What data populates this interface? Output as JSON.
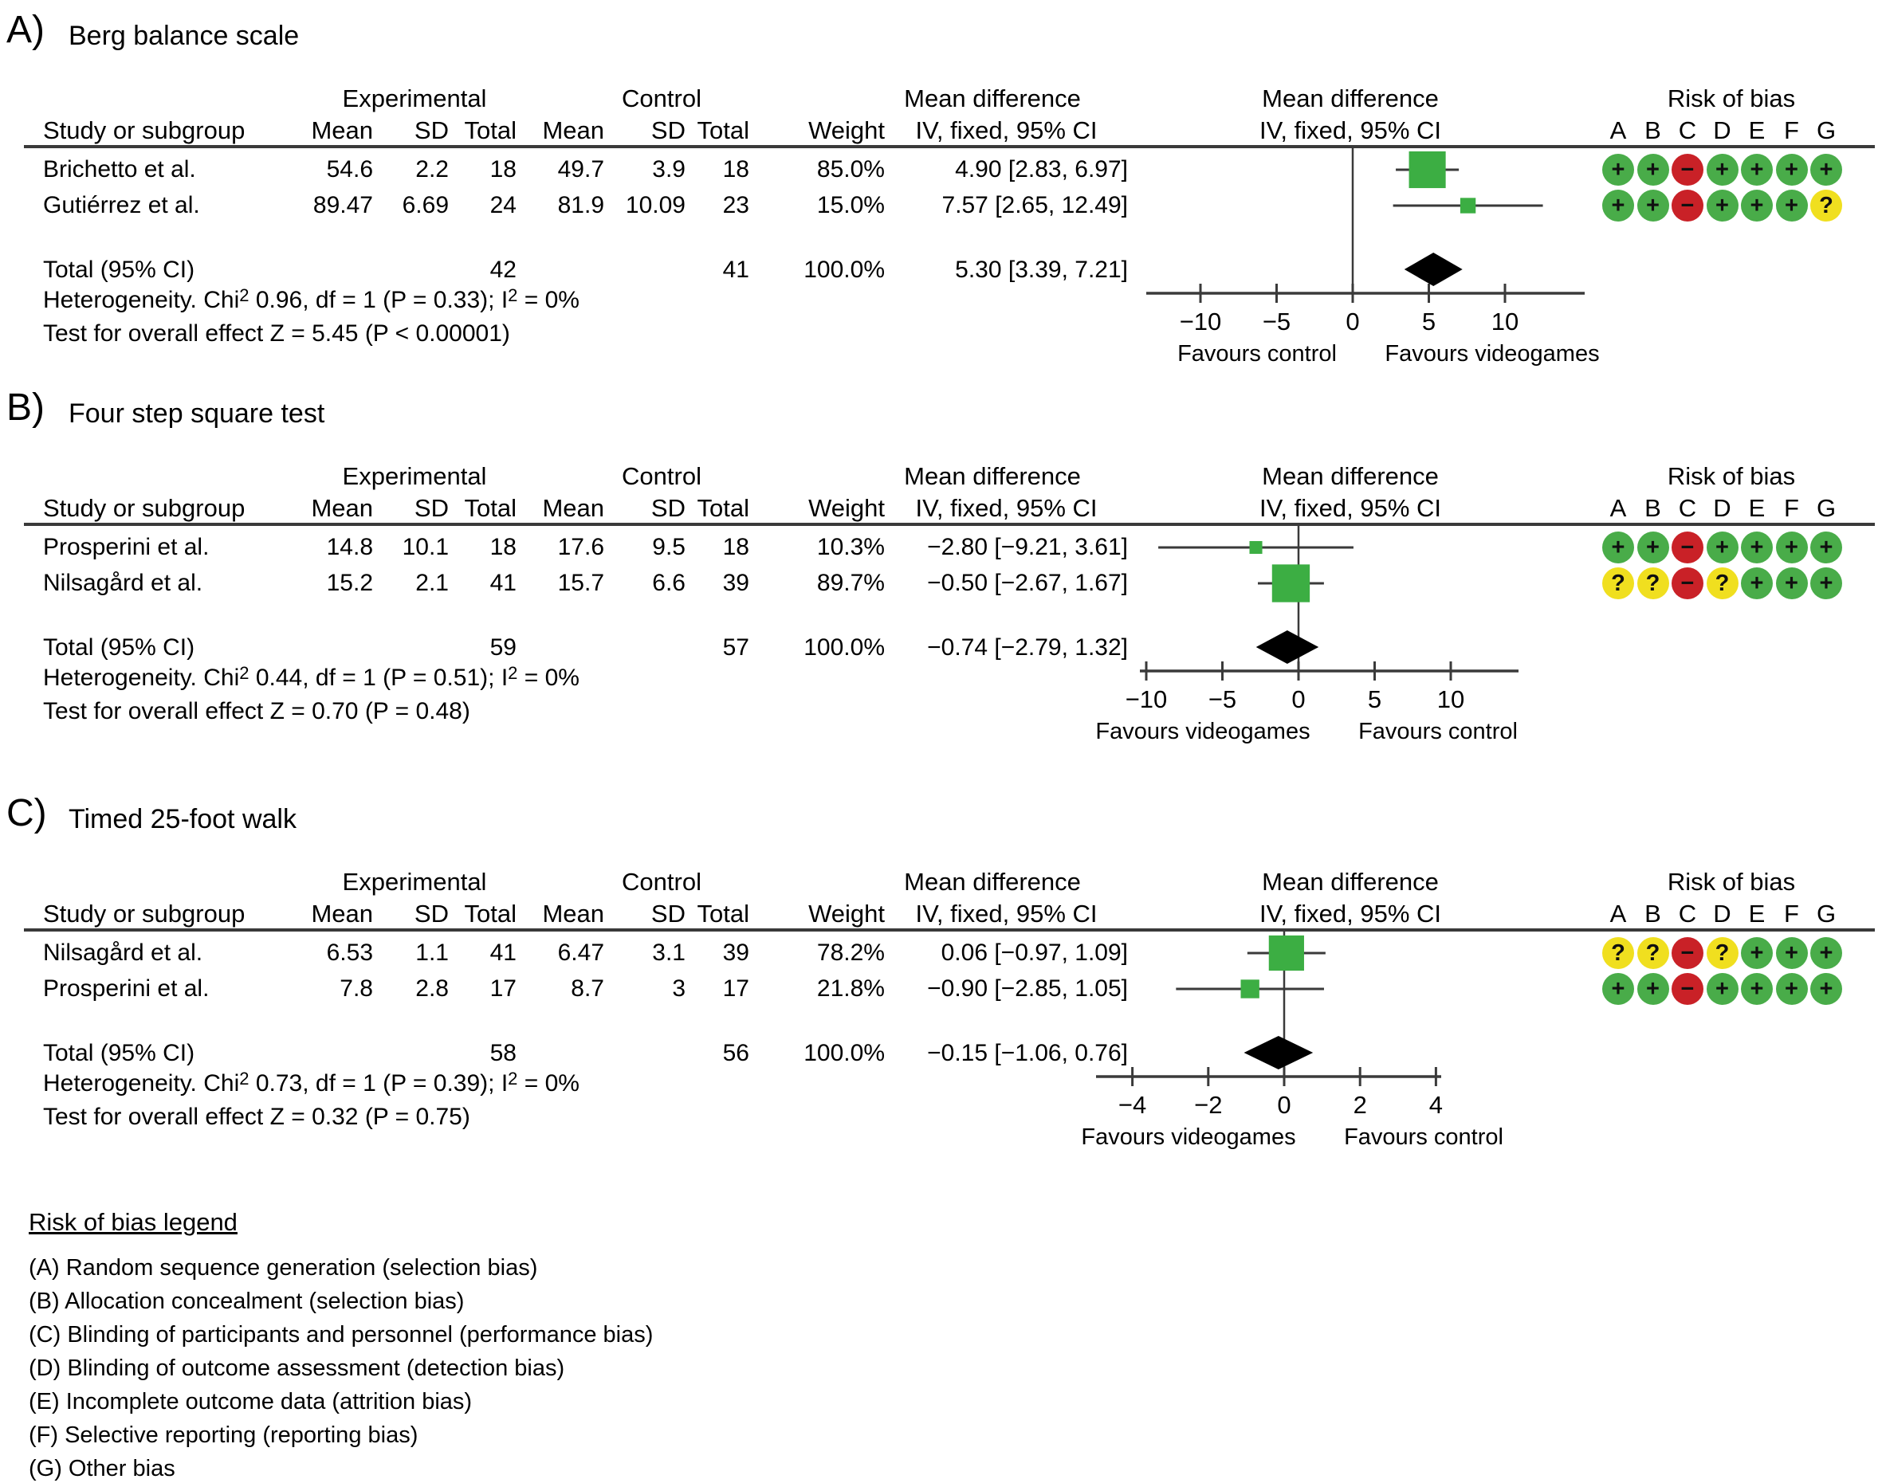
{
  "colors": {
    "bias_green": "#49ac49",
    "bias_red": "#c92127",
    "bias_yellow": "#f0df1f",
    "marker_green": "#3cae43",
    "line": "#3a3a3a",
    "diamond": "#000000"
  },
  "table_headers": {
    "study": "Study or subgroup",
    "experimental": "Experimental",
    "control": "Control",
    "mean": "Mean",
    "sd": "SD",
    "total": "Total",
    "weight": "Weight",
    "md_title": "Mean difference",
    "md_sub": "IV, fixed, 95% CI",
    "rob_title": "Risk of bias",
    "bias_letters": [
      "A",
      "B",
      "C",
      "D",
      "E",
      "F",
      "G"
    ]
  },
  "legend": {
    "title": "Risk of bias legend",
    "items": [
      "(A) Random sequence generation (selection bias)",
      "(B) Allocation concealment (selection bias)",
      "(C) Blinding of participants and personnel (performance bias)",
      "(D) Blinding of outcome assessment (detection bias)",
      "(E) Incomplete outcome data (attrition bias)",
      "(F) Selective reporting (reporting bias)",
      "(G) Other bias"
    ]
  },
  "chart_data": {
    "type": "forest",
    "effect_measure": "Mean difference, IV, fixed, 95% CI",
    "panels": [
      {
        "label": "A)",
        "title": "Berg balance scale",
        "rows": [
          {
            "study": "Brichetto et al.",
            "exp_mean": "54.6",
            "exp_sd": "2.2",
            "exp_total": "18",
            "ctrl_mean": "49.7",
            "ctrl_sd": "3.9",
            "ctrl_total": "18",
            "weight": "85.0%",
            "md": "4.90 [2.83, 6.97]",
            "est": 4.9,
            "lo": 2.83,
            "hi": 6.97,
            "wfrac": 0.85,
            "bias": [
              "+",
              "+",
              "−",
              "+",
              "+",
              "+",
              "+"
            ]
          },
          {
            "study": "Gutiérrez et al.",
            "exp_mean": "89.47",
            "exp_sd": "6.69",
            "exp_total": "24",
            "ctrl_mean": "81.9",
            "ctrl_sd": "10.09",
            "ctrl_total": "23",
            "weight": "15.0%",
            "md": "7.57 [2.65, 12.49]",
            "est": 7.57,
            "lo": 2.65,
            "hi": 12.49,
            "wfrac": 0.15,
            "bias": [
              "+",
              "+",
              "−",
              "+",
              "+",
              "+",
              "?"
            ]
          }
        ],
        "total": {
          "label": "Total (95% CI)",
          "exp_total": "42",
          "ctrl_total": "41",
          "weight": "100.0%",
          "md": "5.30 [3.39, 7.21]",
          "est": 5.3,
          "lo": 3.39,
          "hi": 7.21
        },
        "het": {
          "pre": "Heterogeneity. Chi",
          "sup1": "2",
          "mid": " 0.96, df = 1 (P = 0.33); I",
          "sup2": "2",
          "post": " = 0%"
        },
        "overall": "Test for overall effect Z = 5.45 (P < 0.00001)",
        "axis": {
          "ticks": [
            {
              "v": -10,
              "label": "−10"
            },
            {
              "v": -5,
              "label": "−5"
            },
            {
              "v": 0,
              "label": "0"
            },
            {
              "v": 5,
              "label": "5"
            },
            {
              "v": 10,
              "label": "10"
            }
          ],
          "favours_left": "Favours control",
          "favours_right": "Favours videogames"
        }
      },
      {
        "label": "B)",
        "title": "Four step square test",
        "rows": [
          {
            "study": "Prosperini et al.",
            "exp_mean": "14.8",
            "exp_sd": "10.1",
            "exp_total": "18",
            "ctrl_mean": "17.6",
            "ctrl_sd": "9.5",
            "ctrl_total": "18",
            "weight": "10.3%",
            "md": "−2.80 [−9.21, 3.61]",
            "est": -2.8,
            "lo": -9.21,
            "hi": 3.61,
            "wfrac": 0.103,
            "bias": [
              "+",
              "+",
              "−",
              "+",
              "+",
              "+",
              "+"
            ]
          },
          {
            "study": "Nilsagård et al.",
            "exp_mean": "15.2",
            "exp_sd": "2.1",
            "exp_total": "41",
            "ctrl_mean": "15.7",
            "ctrl_sd": "6.6",
            "ctrl_total": "39",
            "weight": "89.7%",
            "md": "−0.50 [−2.67, 1.67]",
            "est": -0.5,
            "lo": -2.67,
            "hi": 1.67,
            "wfrac": 0.897,
            "bias": [
              "?",
              "?",
              "−",
              "?",
              "+",
              "+",
              "+"
            ]
          }
        ],
        "total": {
          "label": "Total (95% CI)",
          "exp_total": "59",
          "ctrl_total": "57",
          "weight": "100.0%",
          "md": "−0.74 [−2.79, 1.32]",
          "est": -0.74,
          "lo": -2.79,
          "hi": 1.32
        },
        "het": {
          "pre": "Heterogeneity. Chi",
          "sup1": "2",
          "mid": " 0.44, df = 1 (P = 0.51); I",
          "sup2": "2",
          "post": " = 0%"
        },
        "overall": "Test for overall effect Z = 0.70 (P = 0.48)",
        "axis": {
          "ticks": [
            {
              "v": -10,
              "label": "−10"
            },
            {
              "v": -5,
              "label": "−5"
            },
            {
              "v": 0,
              "label": "0"
            },
            {
              "v": 5,
              "label": "5"
            },
            {
              "v": 10,
              "label": "10"
            }
          ],
          "favours_left": "Favours videogames",
          "favours_right": "Favours control"
        }
      },
      {
        "label": "C)",
        "title": "Timed 25-foot walk",
        "rows": [
          {
            "study": "Nilsagård et al.",
            "exp_mean": "6.53",
            "exp_sd": "1.1",
            "exp_total": "41",
            "ctrl_mean": "6.47",
            "ctrl_sd": "3.1",
            "ctrl_total": "39",
            "weight": "78.2%",
            "md": "0.06 [−0.97, 1.09]",
            "est": 0.06,
            "lo": -0.97,
            "hi": 1.09,
            "wfrac": 0.782,
            "bias": [
              "?",
              "?",
              "−",
              "?",
              "+",
              "+",
              "+"
            ]
          },
          {
            "study": "Prosperini et al.",
            "exp_mean": "7.8",
            "exp_sd": "2.8",
            "exp_total": "17",
            "ctrl_mean": "8.7",
            "ctrl_sd": "3",
            "ctrl_total": "17",
            "weight": "21.8%",
            "md": "−0.90 [−2.85, 1.05]",
            "est": -0.9,
            "lo": -2.85,
            "hi": 1.05,
            "wfrac": 0.218,
            "bias": [
              "+",
              "+",
              "−",
              "+",
              "+",
              "+",
              "+"
            ]
          }
        ],
        "total": {
          "label": "Total (95% CI)",
          "exp_total": "58",
          "ctrl_total": "56",
          "weight": "100.0%",
          "md": "−0.15 [−1.06, 0.76]",
          "est": -0.15,
          "lo": -1.06,
          "hi": 0.76
        },
        "het": {
          "pre": "Heterogeneity. Chi",
          "sup1": "2",
          "mid": " 0.73, df = 1 (P = 0.39); I",
          "sup2": "2",
          "post": " = 0%"
        },
        "overall": "Test for overall effect Z = 0.32 (P = 0.75)",
        "axis": {
          "ticks": [
            {
              "v": -4,
              "label": "−4"
            },
            {
              "v": -2,
              "label": "−2"
            },
            {
              "v": 0,
              "label": "0"
            },
            {
              "v": 2,
              "label": "2"
            },
            {
              "v": 4,
              "label": "4"
            }
          ],
          "favours_left": "Favours videogames",
          "favours_right": "Favours control"
        }
      }
    ]
  }
}
